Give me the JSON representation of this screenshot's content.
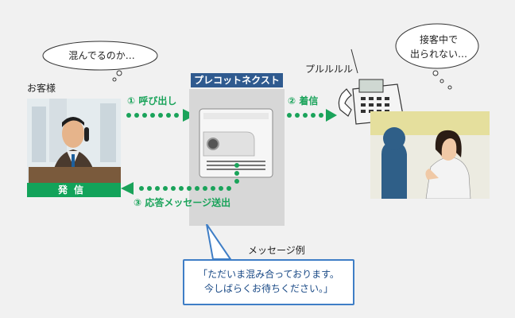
{
  "bubbles": {
    "customer_thought": "混んでるのか…",
    "staff_thought_line1": "接客中で",
    "staff_thought_line2": "出られない…"
  },
  "labels": {
    "customer": "お客様",
    "service_title": "プレコットネクスト",
    "phone_ring": "プルルルル",
    "step1": "① 呼び出し",
    "step2": "② 着信",
    "step3": "③ 応答メッセージ送出",
    "send": "発信",
    "message_example": "メッセージ例"
  },
  "message": {
    "line1": "「ただいま混み合っております。",
    "line2": "今しばらくお待ちください。」"
  },
  "colors": {
    "arrow_green": "#1aa35a",
    "title_blue": "#2f5a8f",
    "message_border": "#3f7ec6"
  }
}
